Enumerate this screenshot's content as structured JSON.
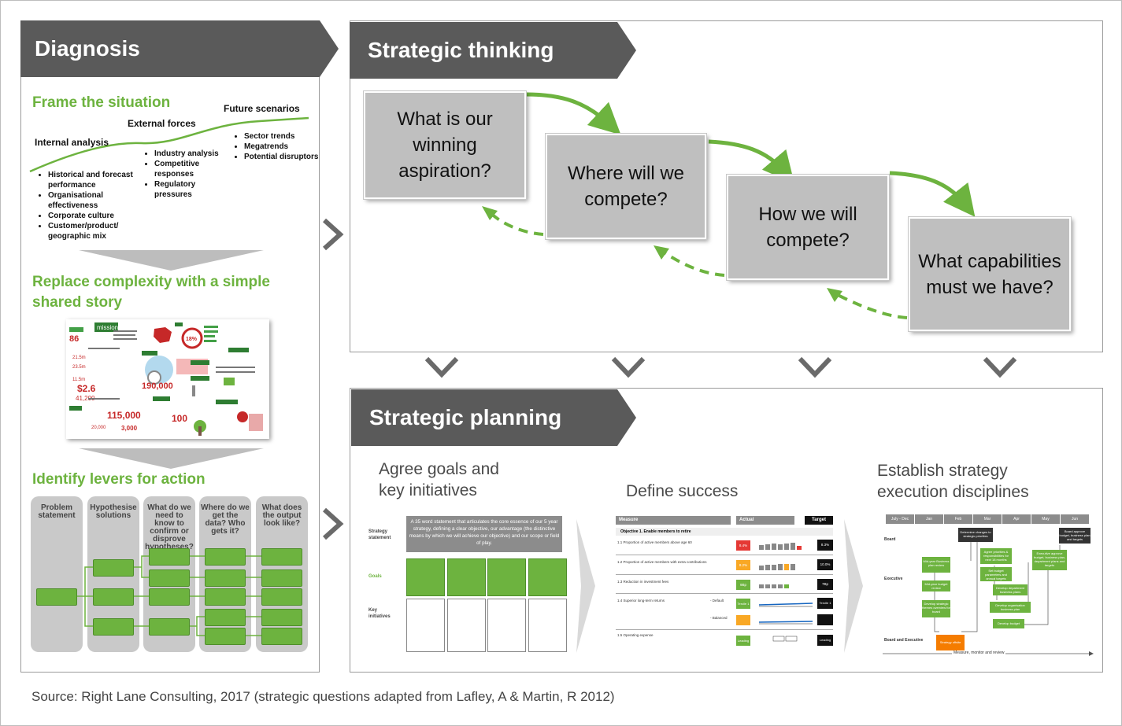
{
  "source": "Source: Right Lane Consulting, 2017 (strategic questions adapted from Lafley, A & Martin, R 2012)",
  "diagnosis": {
    "title": "Diagnosis",
    "frame_heading": "Frame the situation",
    "internal_label": "Internal analysis",
    "internal_items": [
      "Historical and forecast performance",
      "Organisational effectiveness",
      "Corporate culture",
      "Customer/product/ geographic mix"
    ],
    "external_label": "External forces",
    "external_items": [
      "Industry analysis",
      "Competitive responses",
      "Regulatory pressures"
    ],
    "future_label": "Future scenarios",
    "future_items": [
      "Sector trends",
      "Megatrends",
      "Potential disruptors"
    ],
    "story_heading": "Replace complexity with a simple shared story",
    "levers_heading": "Identify levers for action",
    "columns": [
      "Problem statement",
      "Hypothesise solutions",
      "What do we need to know to confirm or disprove hypotheses?",
      "Where do we get the data? Who gets it?",
      "What does the output look like?"
    ]
  },
  "thinking": {
    "title": "Strategic thinking",
    "questions": [
      "What is our winning aspiration?",
      "Where will we compete?",
      "How we will compete?",
      "What capabilities must we have?"
    ]
  },
  "planning": {
    "title": "Strategic planning",
    "steps": [
      "Agree goals and key initiatives",
      "Define success",
      "Establish strategy execution disciplines"
    ],
    "goals_thumb": {
      "row_labels": [
        "Strategy statement",
        "Goals",
        "Key initiatives"
      ],
      "statement": "A 35 word statement that articulates the core essence of our 5 year strategy, defining a clear objective, our advantage (the distinctive means by which we will achieve our objective) and our scope or field of play."
    },
    "success_thumb": {
      "headers": [
        "Measure",
        "Actual",
        "Target"
      ],
      "objective": "Objective 1. Enable members to retire",
      "rows": [
        {
          "label": "1.1  Proportion of active members above age 60",
          "actual": "8.4%",
          "target": "8.3%"
        },
        {
          "label": "1.2  Proportion of active members with extra contributions",
          "actual": "8.2%",
          "target": "10.0%"
        },
        {
          "label": "1.3  Reduction in investment fees",
          "actual": "9Bp",
          "target": "7Bp"
        },
        {
          "label": "1.4  Superior long-term returns",
          "actual": "Tercile 1",
          "target": "Tercile 1"
        },
        {
          "label": "1.5  Operating expense",
          "actual": "Leading",
          "target": "Leading"
        }
      ],
      "sublabels": [
        "- Default",
        "- Balanced"
      ]
    },
    "exec_thumb": {
      "months": [
        "July - Dec",
        "Jan",
        "Feb",
        "Mar",
        "Apr",
        "May",
        "Jun"
      ],
      "lanes": [
        "Board",
        "Executive",
        "Board and Executive"
      ],
      "footer": "Measure, monitor and review",
      "boxes": [
        "Mid-year Business plan review",
        "Mid-year budget review",
        "Develop strategic themes overview for board",
        "Determine changes to strategic priorities",
        "Agree priorities & responsibilities for next 18 months",
        "Set budget parameters and annual targets",
        "Develop department business plans",
        "Develop organisation business plan",
        "Develop budget",
        "Executive approve budget, business plan, department plans and targets",
        "Board approve budget, business plan and targets",
        "Strategy offsite"
      ]
    }
  },
  "colors": {
    "green": "#6db33f",
    "banner": "#5a5a5a",
    "grey_box": "#bfbfbf",
    "arrow": "#6a6a6a"
  }
}
